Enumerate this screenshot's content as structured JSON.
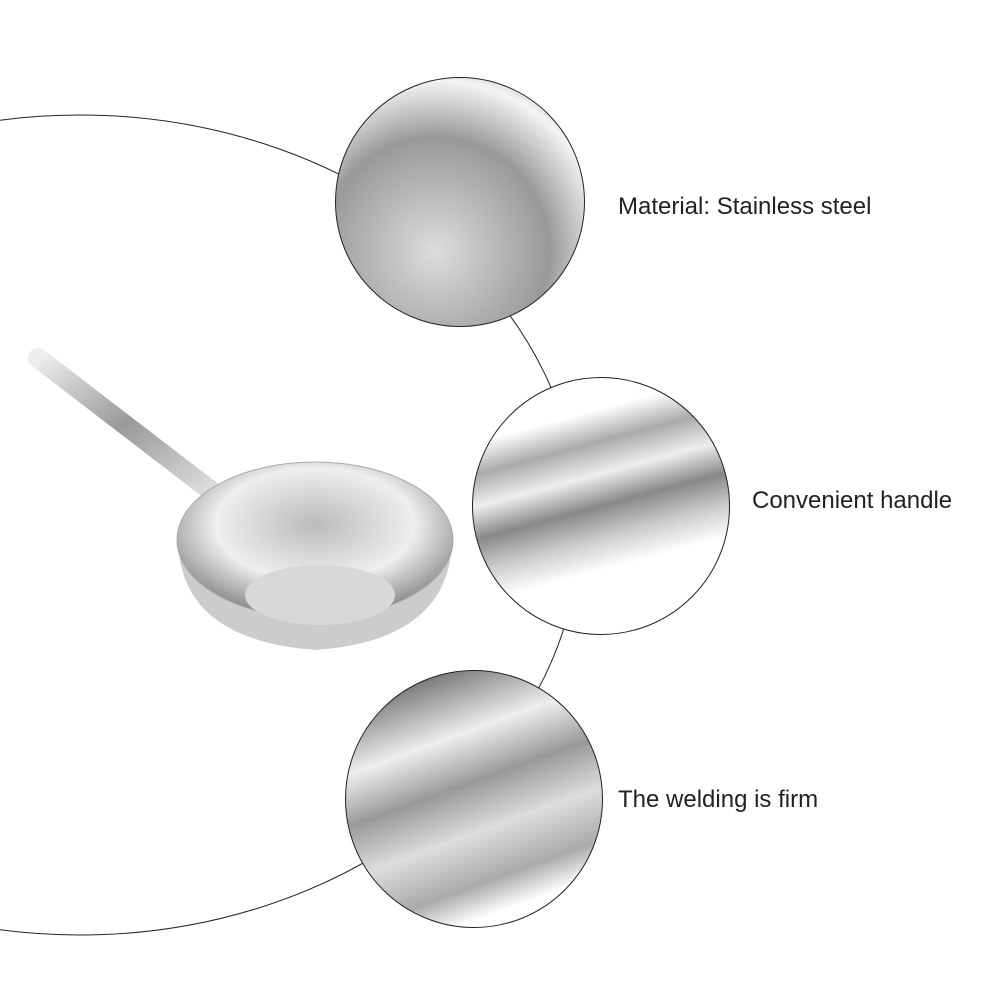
{
  "features": [
    {
      "label": "Material: Stainless steel"
    },
    {
      "label": "Convenient handle"
    },
    {
      "label": "The welding is firm"
    }
  ]
}
